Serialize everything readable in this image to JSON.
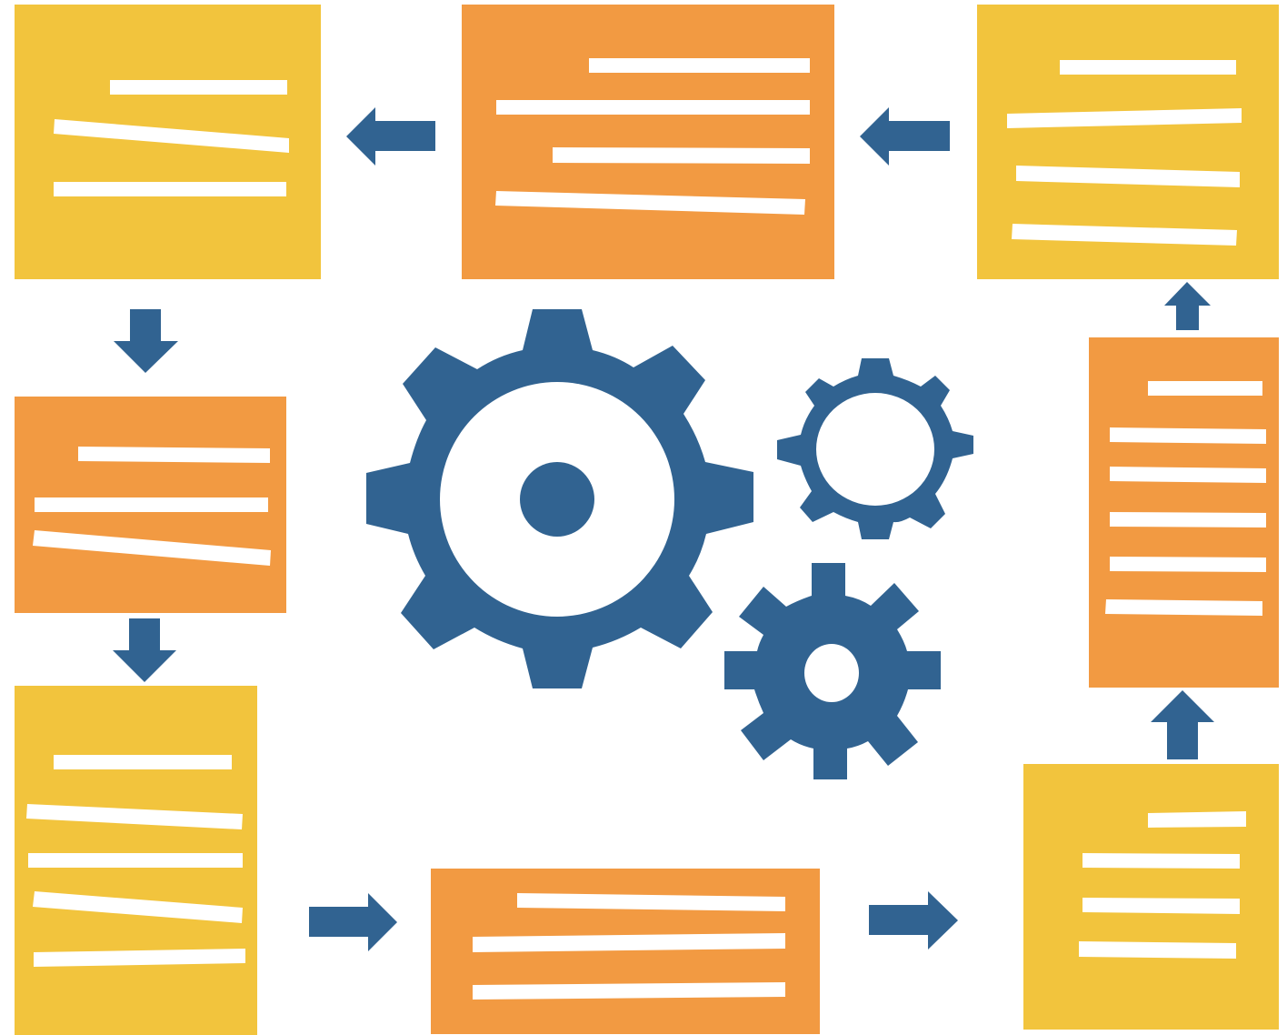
{
  "colors": {
    "background": "#ffffff",
    "card_yellow": "#f2c43d",
    "card_orange": "#f29a42",
    "text_line": "#ffffff",
    "accent_blue": "#316391"
  },
  "diagram": {
    "cards": [
      {
        "id": "card-1",
        "color": "card_yellow",
        "text_lines": 3
      },
      {
        "id": "card-2",
        "color": "card_orange",
        "text_lines": 3
      },
      {
        "id": "card-3",
        "color": "card_yellow",
        "text_lines": 5
      },
      {
        "id": "card-4",
        "color": "card_orange",
        "text_lines": 3
      },
      {
        "id": "card-5",
        "color": "card_yellow",
        "text_lines": 4
      },
      {
        "id": "card-6",
        "color": "card_orange",
        "text_lines": 5
      },
      {
        "id": "card-7",
        "color": "card_yellow",
        "text_lines": 4
      },
      {
        "id": "card-8",
        "color": "card_orange",
        "text_lines": 4
      }
    ],
    "flow": [
      {
        "from": "card-1",
        "to": "card-2",
        "direction": "down"
      },
      {
        "from": "card-2",
        "to": "card-3",
        "direction": "down"
      },
      {
        "from": "card-3",
        "to": "card-4",
        "direction": "right"
      },
      {
        "from": "card-4",
        "to": "card-5",
        "direction": "right"
      },
      {
        "from": "card-5",
        "to": "card-6",
        "direction": "up"
      },
      {
        "from": "card-6",
        "to": "card-7",
        "direction": "up"
      },
      {
        "from": "card-7",
        "to": "card-8",
        "direction": "left"
      },
      {
        "from": "card-8",
        "to": "card-1",
        "direction": "left"
      }
    ],
    "icons": [
      "large-gear-icon",
      "small-gear-icon",
      "medium-gear-icon"
    ]
  }
}
